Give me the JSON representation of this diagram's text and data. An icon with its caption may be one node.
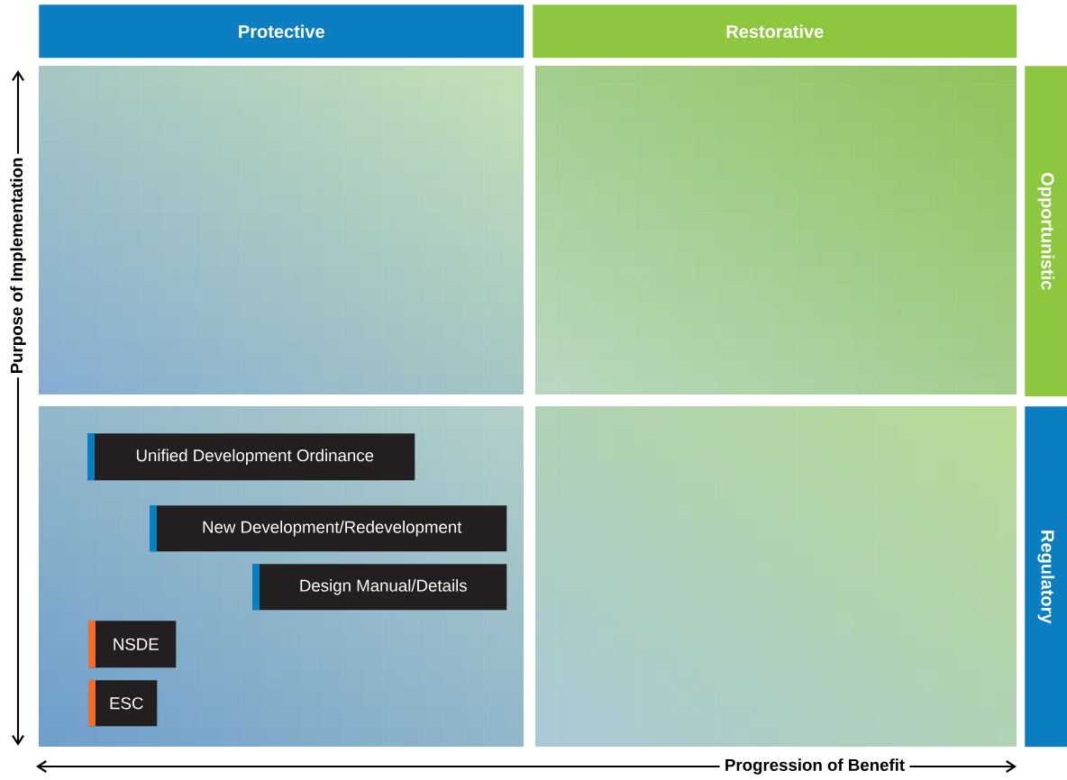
{
  "diagram": {
    "nodes": [
      {
        "text": [
          "Protective"
        ]
      },
      {
        "text": [
          "Restorative"
        ]
      },
      {
        "text": [],
        "shape": "box"
      },
      {
        "text": [],
        "shape": "box"
      },
      {
        "text": [
          "Opportunistic"
        ]
      },
      {
        "text": [],
        "shape": "box"
      },
      {
        "text": [
          "Unified Development Ordinance"
        ],
        "in": 5
      },
      {
        "text": [
          "New Development/Redevelopment"
        ],
        "in": 5
      },
      {
        "text": [
          "Design Manual/Details"
        ],
        "in": 5
      },
      {
        "text": [
          "NSDE"
        ],
        "in": 5
      },
      {
        "text": [
          "ESC"
        ],
        "in": 5
      },
      {
        "text": [],
        "shape": "box"
      },
      {
        "text": [
          "Regulatory"
        ]
      }
    ],
    "labels": [
      "Purpose of Implementation",
      "Progression of Benefit"
    ]
  }
}
